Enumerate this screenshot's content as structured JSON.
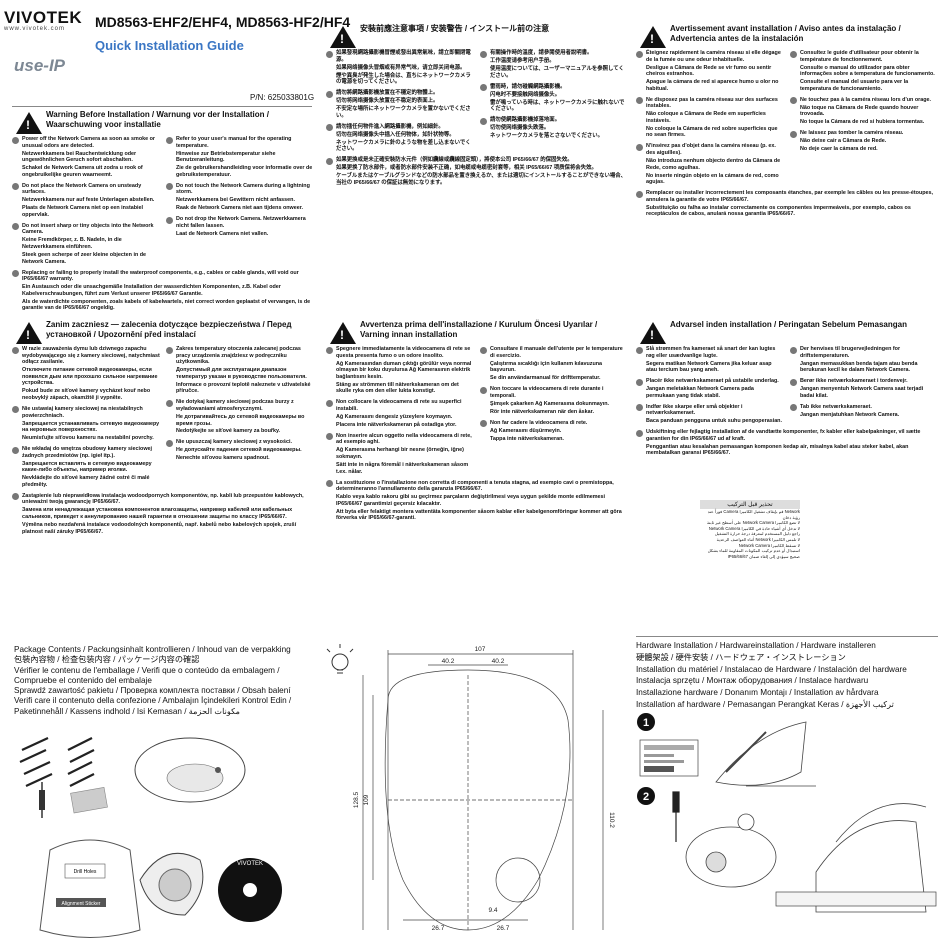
{
  "header": {
    "brand": "VIVOTEK",
    "brand_url": "www.vivotek.com",
    "model": "MD8563-EHF2/EHF4, MD8563-HF2/HF4",
    "guide_title": "Quick Installation Guide",
    "use_ip": "use-IP",
    "part_number": "P/N: 625033801G"
  },
  "warn1": {
    "title": "Warning Before Installation / Warnung vor der Installation / Waarschuwing voor installatie",
    "left": [
      [
        "Power off the Network Camera as soon as smoke or unusual odors are detected.",
        "Netzwerkkamera bei Rauchentwicklung oder ungewöhnlichen Geruch sofort abschalten.",
        "Schakel de Network Camera uit zodra u rook of ongebruikelijke geuren waarneemt."
      ],
      [
        "Do not place the Network Camera on unsteady surfaces.",
        "Netzwerkkamera nur auf feste Unterlagen abstellen.",
        "Plaats de Network Camera niet op een instabiel oppervlak."
      ],
      [
        "Do not insert sharp or tiny objects into the Network Camera.",
        "Keine Fremdkörper, z. B. Nadeln, in die Netzwerkkamera einführen.",
        "Steek geen scherpe of zeer kleine objecten in de Network Camera."
      ]
    ],
    "right": [
      [
        "Refer to your user's manual for the operating temperature.",
        "Hinweise zur Betriebstemperatur siehe Benutzeranleitung.",
        "Zie de gebruikershandleiding voor informatie over de gebruikstemperatuur."
      ],
      [
        "Do not touch the Network Camera during a lightning storm.",
        "Netzwerkkamera bei Gewittern nicht anfassen.",
        "Raak de Network Camera niet aan tijdens onweer."
      ],
      [
        "Do not drop the Network Camera. Netzwerkkamera nicht fallen lassen.",
        "Laat de Network Camera niet vallen."
      ]
    ],
    "full": [
      "Replacing or failing to properly install the waterproof components, e.g., cables or cable glands, will void our IP65/66/67 warranty.",
      "Ein Austausch oder die unsachgemäße Installation der wasserdichten Komponenten, z.B. Kabel oder Kabelverschraubungen, führt zum Verlust unserer IP65/66/67 Garantie.",
      "Als de waterdichte componenten, zoals kabels of kabelwartels, niet correct worden geplaatst of vervangen, is de garantie van de IP65/66/67 ongeldig."
    ]
  },
  "warn_cjk": {
    "title": "安裝前應注意事項 / 安装警告 / インストール前の注意",
    "left": [
      [
        "如果發現網路攝影機冒煙或發出異常氣味，請立即關閉電源。",
        "如果网络摄像头冒烟或有异常气味，请立即关闭电源。",
        "煙や異臭が発生した場合は、直ちにネットワークカメラの電源を切ってください。"
      ],
      [
        "請勿將網路攝影機放置在不穩定的物體上。",
        "切勿将网络摄像头放置在不稳定的表面上。",
        "不安定な場所にネットワークカメラを置かないでください。"
      ],
      [
        "請勿插任何物件進入網路攝影機，例如細針。",
        "切勿在网络摄像头中插入任何物体，如针状物等。",
        "ネットワークカメラに針のような物を差し込まないでください。"
      ]
    ],
    "right": [
      [
        "有關操作時的溫度，請參閱使用者說明書。",
        "工作温度请参考用户手册。",
        "使用温度については、ユーザーマニュアルを参照してください。"
      ],
      [
        "雷雨時，請勿碰觸網路攝影機。",
        "闪电时不要接触网络摄像头。",
        "雷が鳴っている時は、ネットワークカメラに触れないでください。"
      ],
      [
        "請勿使網路攝影機掉落地面。",
        "切勿使网络摄像头跌落。",
        "ネットワークカメラを落とさないでください。"
      ]
    ],
    "full": [
      "如果更換或是未正確安裝防水元件（例如纜線或纜線固定頭），將使本公司 IP65/66/67 的保固失效。",
      "如果更换了防水部件，或者防水部件安装不正确，如电缆或电缆密封套等，相关 IP65/66/67 项质保将会失效。",
      "ケーブルまたはケーブルグランドなどの防水部品を置き換えるか、または適切にインストールすることができない場合、当社の IP65/66/67 の保証は無効になります。"
    ]
  },
  "warn_fr": {
    "title": "Avertissement avant installation / Aviso antes da instalação / Advertencia antes de la instalación",
    "left": [
      [
        "Éteignez rapidement la caméra réseau si elle dégage de la fumée ou une odeur inhabituelle.",
        "Desligue a Câmara de Rede se vir fumo ou sentir cheiros estranhos.",
        "Apague la cámara de red si aparece humo u olor no habitual."
      ],
      [
        "Ne disposez pas la caméra réseau sur des surfaces instables.",
        "Não coloque a Câmara de Rede em superfícies instáveis.",
        "No coloque la Cámara de red sobre superficies que no sean firmes."
      ],
      [
        "N'insérez pas d'objet dans la caméra réseau (p. ex. des aiguilles).",
        "Não introduza nenhum objecto dentro da Câmara de Rede, como agulhas.",
        "No inserte ningún objeto en la cámara de red, como agujas."
      ]
    ],
    "right": [
      [
        "Consultez le guide d'utilisateur pour obtenir la température de fonctionnement.",
        "Consulte o manual do utilizador para obter informações sobre a temperatura de funcionamento.",
        "Consulte el manual del usuario para ver la temperatura de funcionamiento."
      ],
      [
        "Ne touchez pas à la caméra réseau lors d'un orage.",
        "Não toque na Câmara de Rede quando houver trovoada.",
        "No toque la Cámara de red si hubiera tormentas."
      ],
      [
        "Ne laissez pas tomber la caméra réseau.",
        "Não deixe cair a Câmara de Rede.",
        "No deje caer la cámara de red."
      ]
    ],
    "full": [
      "Remplacer ou installer incorrectement les composants étanches, par exemple les câbles ou les presse-étoupes, annulera la garantie de votre IP65/66/67.",
      "Substituição ou falha ao instalar correctamente os componentes impermeáveis, por exemplo, cabos os receptáculos de cabos, anulará nossa garantia IP65/66/67."
    ]
  },
  "warn_pl": {
    "title": "Zanim zaczniesz — zalecenia dotyczące bezpieczeństwa / Перед установкой / Upozornění před instalací",
    "left": [
      [
        "W razie zauważenia dymu lub dziwnego zapachu wydobywającego się z kamery sieciowej, natychmiast odłącz zasilanie.",
        "Отключите питание сетевой видеокамеры, если появился дым или прохошло сильное нагревание устройства.",
        "Pokud bude ze síťové kamery vycházet kouř nebo neobvyklý zápach, okamžitě ji vypněte."
      ],
      [
        "Nie ustawiaj kamery sieciowej na niestabilnych powierzchniach.",
        "Запрещается устанавливать сетевую видеокамеру на неровных поверхностях.",
        "Neumisťujte síťovou kameru na nestabilní povrchy."
      ],
      [
        "Nie wkładaj do wnętrza obudowy kamery sieciowej żadnych przedmiotów (np. igieł itp.).",
        "Запрещается вставлять в сетевую видеокамеру какие-либо объекты, например иголки.",
        "Nevkládejte do síťové kamery žádné ostré či malé předměty."
      ]
    ],
    "right": [
      [
        "Zakres temperatury otoczenia zalecanej podczas pracy urządzenia znajdziesz w podręczniku użytkownika.",
        "Допустимый для эксплуатации диапазон температур указан в руководстве пользователя.",
        "Informace o provozní teplotě naleznete v uživatelské příručce."
      ],
      [
        "Nie dotykaj kamery sieciowej podczas burzy z wyładowaniami atmosferycznymi.",
        "Не дотрагивайтесь до сетевой видеокамеры во время грозы.",
        "Nedotýkejte se síťové kamery za bouřky."
      ],
      [
        "Nie upuszczaj kamery sieciowej z wysokości.",
        "Не допускайте падения сетевой видеокамеры.",
        "Nenechte síťovou kameru spadnout."
      ]
    ],
    "full": [
      "Zastąpienie lub nieprawidłowa instalacja wodoodpornych komponentów, np. kabli lub przepustów kablowych, unieważni twoją gwarancję IP65/66/67.",
      "Замена или ненадлежащая установка компонентов влагозащиты, например кабелей или кабельных сальников, приведет к аннулированию нашей гарантии в отношении защиты по классу IP65/66/67.",
      "Výměna nebo nezdařená instalace vodoodolných komponentů, např. kabelů nebo kabelových spojek, zruší platnost naší záruky IP65/66/67."
    ]
  },
  "warn_it": {
    "title": "Avvertenza prima dell'installazione / Kurulum Öncesi Uyarılar / Varning innan installation",
    "left": [
      [
        "Spegnere immediatamente la videocamera di rete se questa presenta fumo o un odore insolito.",
        "Ağ Kamerasından duman çıktığı görülür veya normal olmayan bir koku duyulursa Ağ Kamerasının elektrik bağlantısını kesin.",
        "Stäng av strömmen till nätverkskameran om det skulle ryka om den eller lukta konstigt."
      ],
      [
        "Non collocare la videocamera di rete su superfici instabili.",
        "Ağ Kamerasını dengesiz yüzeylere koymayın.",
        "Placera inte nätverkskameran på ostadiga ytor."
      ],
      [
        "Non inserire alcun oggetto nella videocamera di rete, ad esempio aghi.",
        "Ağ Kamerasına herhangi bir nesne (örneğin, iğne) sokmayın.",
        "Sätt inte in några föremål i nätverkskameran såsom t.ex. nålar."
      ]
    ],
    "right": [
      [
        "Consultare il manuale dell'utente per le temperature di esercizio.",
        "Çalıştırma sıcaklığı için kullanım kılavuzuna başvurun.",
        "Se din användarmanual för drifttemperatur."
      ],
      [
        "Non toccare la videocamera di rete durante i temporali.",
        "Şimşek çakarken Ağ Kamerasına dokunmayın.",
        "Rör inte nätverkskameran när den åskar."
      ],
      [
        "Non far cadere la videocamera di rete.",
        "Ağ Kamerasını düşürmeyin.",
        "Tappa inte nätverkskameran."
      ]
    ],
    "full": [
      "La sostituzione o l'installazione non corretta di componenti a tenuta stagna, ad esempio cavi o premistoppa, determineranno l'annullamento della garanzia IP65/66/67.",
      "Kablo veya kablo rakoru gibi su geçirmez parçaların değiştirilmesi veya uygun şekilde monte edilmemesi IP65/66/67 garantimizi geçersiz kılacaktır.",
      "Att byta eller felaktigt montera vattentäta komponenter såsom kablar eller kabelgenomföringar kommer att göra förverka vår IP65/66/67-garanti."
    ]
  },
  "warn_da": {
    "title": "Advarsel inden installation / Peringatan Sebelum Pemasangan",
    "left": [
      [
        "Slå strømmen fra kameraet så snart der kan lugtes røg eller usædvanlige lugte.",
        "Segera matikan Network Camera jika keluar asap atau tercium bau yang aneh."
      ],
      [
        "Placér ikke netværkskameraet på ustabile underlag.",
        "Jangan meletakkan Network Camera pada permukaan yang tidak stabil."
      ],
      [
        "Indfør ikke skarpe eller små objekter i netværkskameraet.",
        "Baca panduan pengguna untuk suhu pengoperasian."
      ]
    ],
    "right": [
      [
        "Der henvises til brugervejledningen for driftstemperaturen.",
        "Jangan memasukkan benda tajam atau benda berukuran kecil ke dalam Network Camera."
      ],
      [
        "Berør ikke netværkskameraet i tordenvejr.",
        "Jangan menyentuh Network Camera saat terjadi badai kilat."
      ],
      [
        "Tab ikke netværkskameraet.",
        "Jangan menjatuhkan Network Camera."
      ]
    ],
    "full": [
      "Udskiftning eller fejlagtig installation af de vandtætte komponenter, fx kabler eller kabelpakninger, vil sætte garantien for din IP65/66/67 ud af kraft.",
      "Penggantian atau kesalahan pemasangan komponen kedap air, misalnya kabel atau steker kabel, akan membatalkan garansi IP65/66/67."
    ]
  },
  "warn_ar": {
    "title": "تحذير قبل التركيب",
    "lines": [
      "Network قم بإيقاف تشغيل الكاميرا Camera فوراً عند رؤية دخان",
      "لا تضع الكاميرا Network Camera على أسطح غير ثابتة",
      "لا تدخل أي أشياء حادة في الكاميرا Network Camera",
      "راجع دليل المستخدم لمعرفة درجة حرارة التشغيل",
      "لا تلمس الكاميرا Network أثناء العواصف الرعدية",
      "لا تسقط الكاميرا Network Camera",
      "استبدال أو عدم تركيب المكونات المقاومة للماء بشكل صحيح سيؤدي إلى إلغاء ضمان IP65/66/67"
    ]
  },
  "package": {
    "title_lines": [
      "Package Contents / Packungsinhalt kontrollieren / Inhoud van de verpakking",
      "包裝內容物 / 检查包装内容 / パッケージ内容の確認",
      "Vérifier le contenu de l'emballage / Verifi que o conteúdo da embalagem / Compruebe el contenido del embalaje",
      "Sprawdź zawartość pakietu / Проверка комплекта поставки / Obsah balení",
      "Verifi care il contenuto della confezione / Ambalajın İçindekileri Kontrol Edin / Paketinnehåll / Kassens indhold / Isi Kemasan / مكونات الحزمة"
    ],
    "sticker_label": "Alignment Sticker",
    "drill_label": "Drill Holes",
    "cd_brand": "VIVOTEK"
  },
  "dims": {
    "top": "107",
    "a": "40.2",
    "b": "40.2",
    "h1": "109",
    "h2": "128.5",
    "h3": "110.2",
    "w1": "9.4",
    "w2": "26.7",
    "w3": "26.7"
  },
  "hardware": {
    "title_lines": [
      "Hardware Installation / Hardwareinstallation / Hardware installeren",
      "硬體架設 / 硬件安装 / ハードウェア・インストレーション",
      "Installation du matériel / Instalacao de Hardware / Instalación del hardware",
      "Instalacja sprzętu / Монтаж оборудования / Instalace hardwaru",
      "Installazione hardware / Donanım Montajı / Installation av hårdvara",
      "Installation af hardware / Pemasangan Perangkat Keras / تركيب الأجهزة"
    ],
    "step1": "1",
    "step2": "2"
  }
}
